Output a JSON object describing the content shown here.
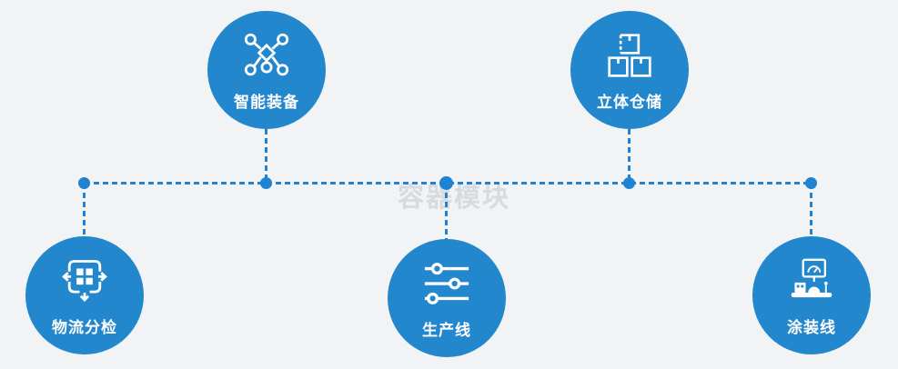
{
  "watermark": {
    "text": "容器模块"
  },
  "colors": {
    "background": "#f2f3f5",
    "node_fill": "#2387cd",
    "connector": "#1f82d2",
    "label_text": "#ffffff",
    "watermark_text": "#b0b4bb"
  },
  "diagram": {
    "type": "process-node-map",
    "connector_style": "dashed",
    "nodes": [
      {
        "label": "智能装备",
        "icon": "network-icon",
        "position": "top-left"
      },
      {
        "label": "立体仓储",
        "icon": "boxes-icon",
        "position": "top-right"
      },
      {
        "label": "物流分检",
        "icon": "sorting-icon",
        "position": "bottom-left"
      },
      {
        "label": "生产线",
        "icon": "sliders-icon",
        "position": "bottom-middle"
      },
      {
        "label": "涂装线",
        "icon": "paint-line-icon",
        "position": "bottom-right"
      }
    ]
  }
}
